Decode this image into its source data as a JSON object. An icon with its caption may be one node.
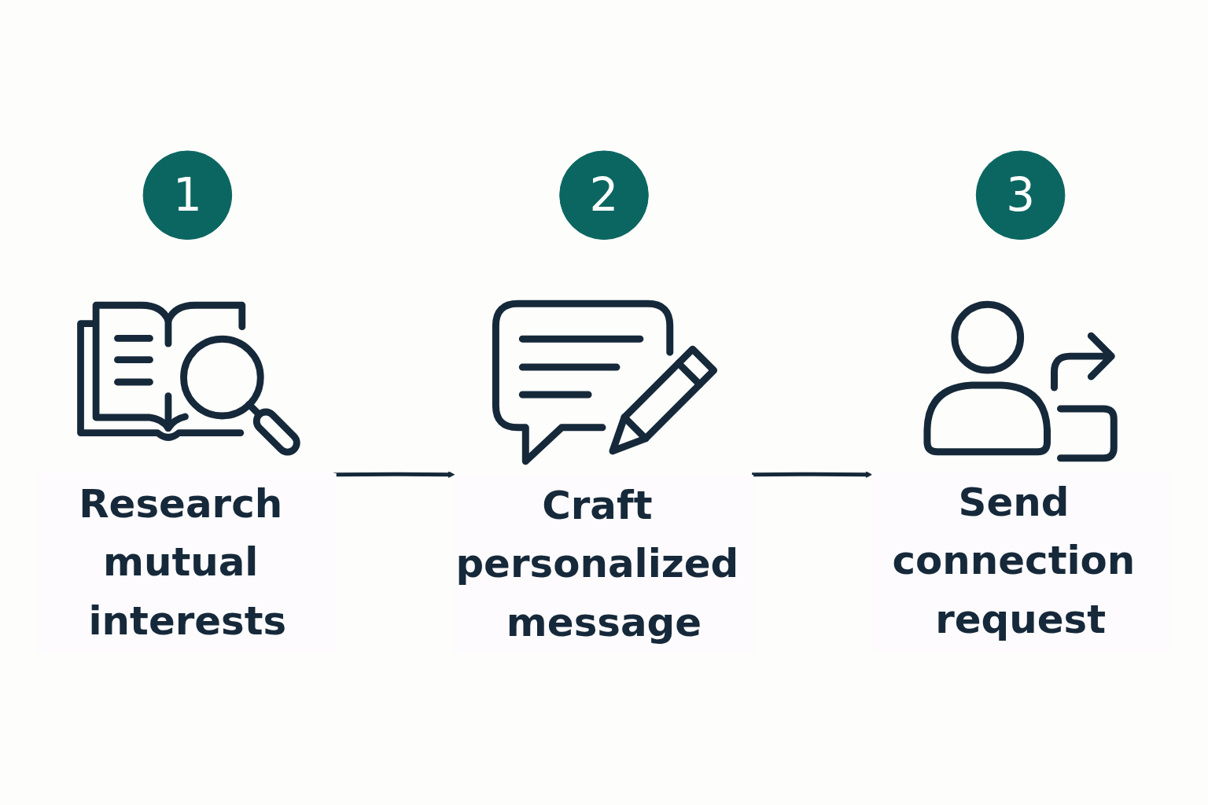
{
  "diagram": {
    "nodes": [
      {
        "text": [
          "1"
        ]
      },
      {
        "text": [
          "Research mutual interests"
        ]
      },
      {
        "text": [
          "2"
        ]
      },
      {
        "text": [
          "Craft personalized message"
        ]
      },
      {
        "text": [
          "3"
        ]
      },
      {
        "text": [
          "Send connection request"
        ]
      }
    ],
    "edges": [
      {
        "from": 1,
        "to": 3,
        "arrow": "to"
      },
      {
        "from": 3,
        "to": 5,
        "arrow": "to"
      }
    ]
  }
}
